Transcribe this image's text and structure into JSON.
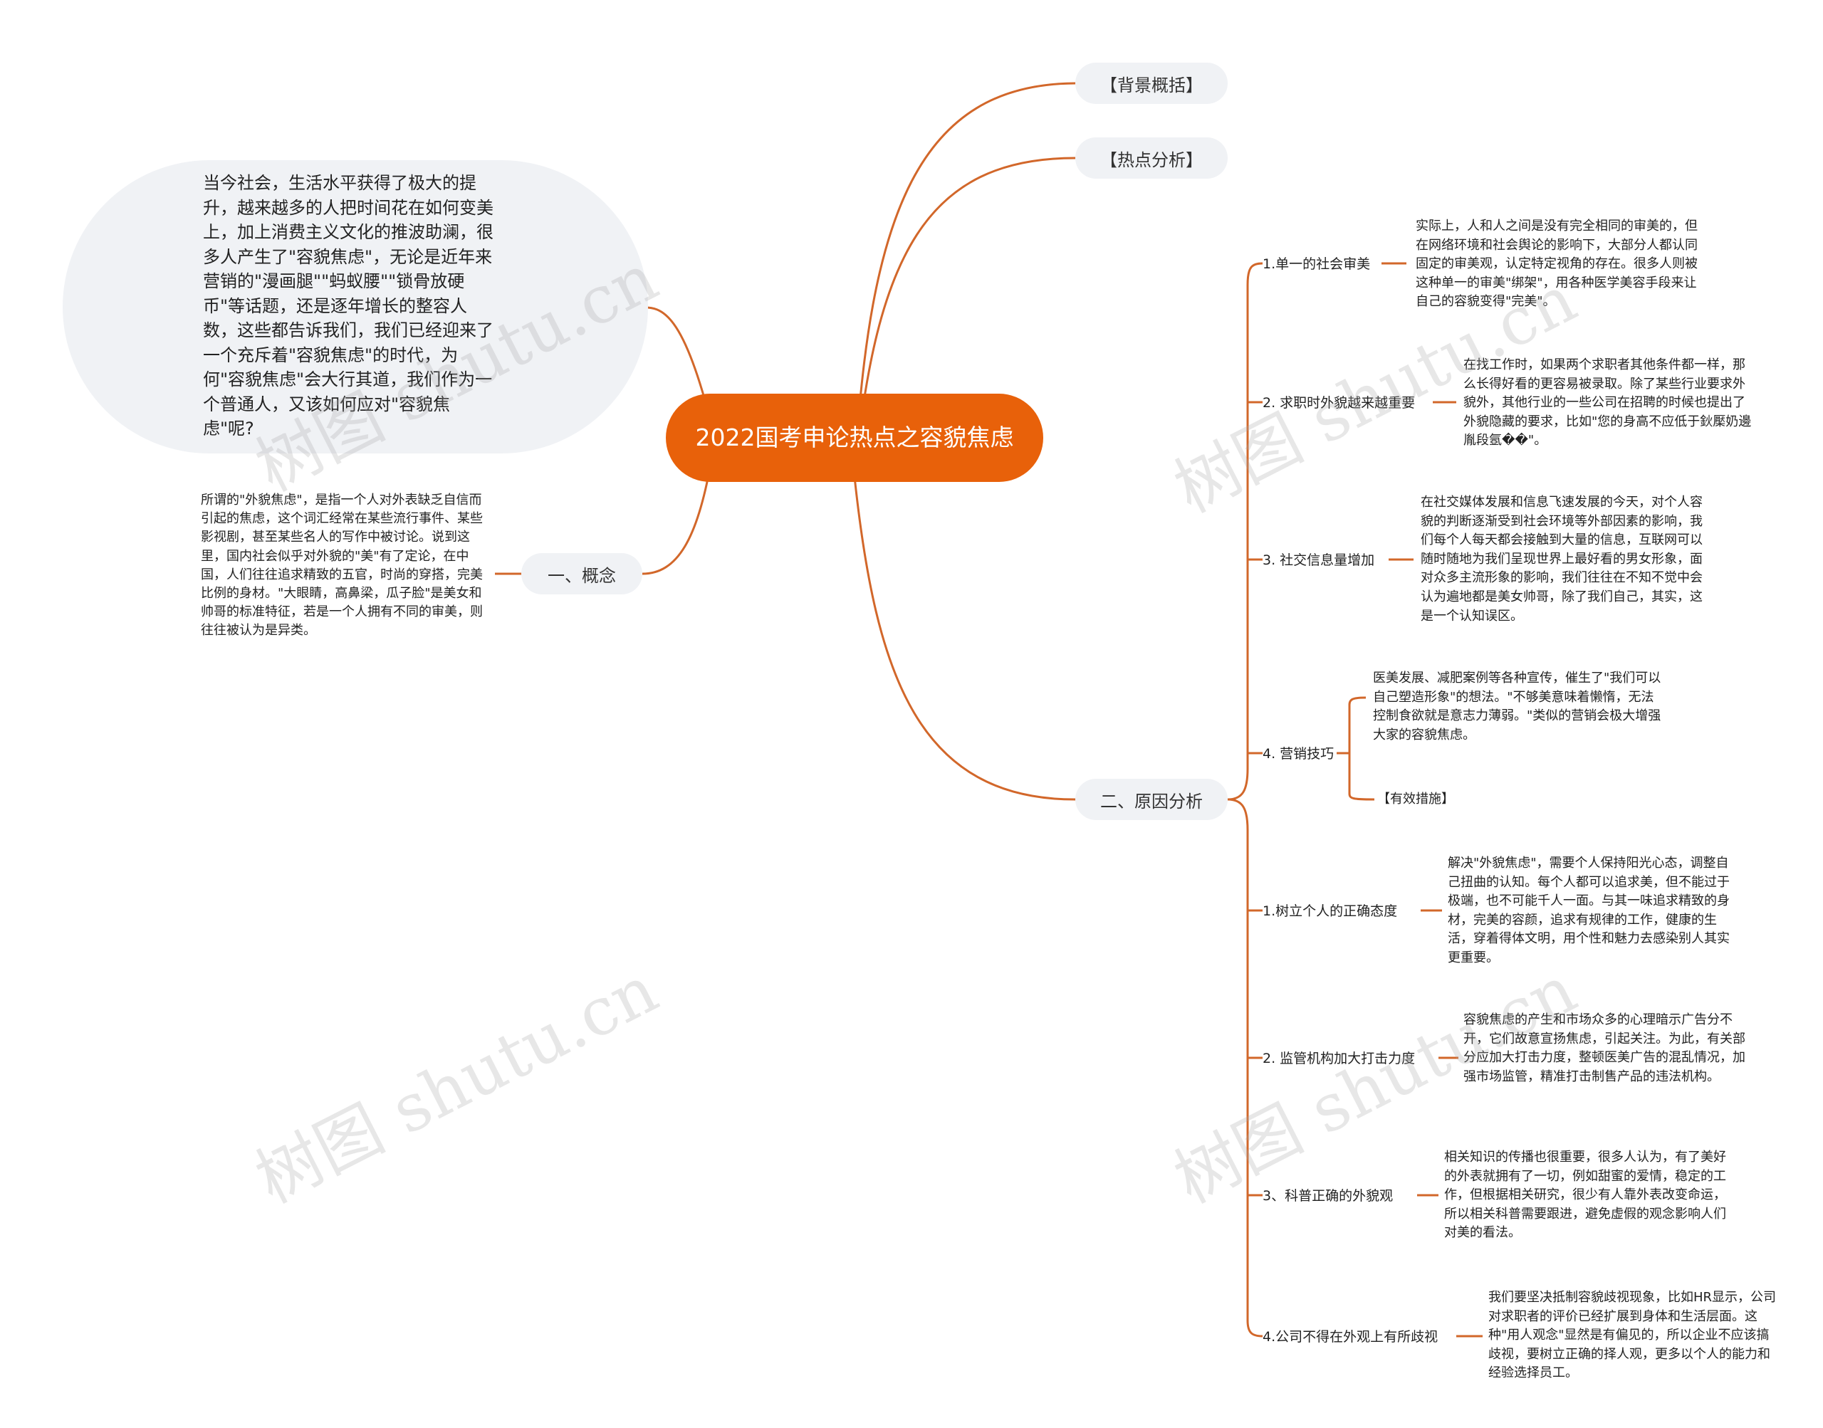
{
  "central": {
    "title": "2022国考申论热点之容貌焦虑"
  },
  "intro": {
    "text": "当今社会，生活水平获得了极大的提升，越来越多的人把时间花在如何变美上，加上消费主义文化的推波助澜，很多人产生了\"容貌焦虑\"，无论是近年来营销的\"漫画腿\"\"蚂蚁腰\"\"锁骨放硬币\"等话题，还是逐年增长的整容人数，这些都告诉我们，我们已经迎来了一个充斥着\"容貌焦虑\"的时代，为何\"容貌焦虑\"会大行其道，我们作为一个普通人，又该如何应对\"容貌焦虑\"呢?"
  },
  "left_branches": [
    {
      "label": "一、概念",
      "text": "所谓的\"外貌焦虑\"，是指一个人对外表缺乏自信而引起的焦虑，这个词汇经常在某些流行事件、某些影视剧，甚至某些名人的写作中被讨论。说到这里，国内社会似乎对外貌的\"美\"有了定论，在中国，人们往往追求精致的五官，时尚的穿搭，完美比例的身材。\"大眼睛，高鼻梁，瓜子脸\"是美女和帅哥的标准特征，若是一个人拥有不同的审美，则往往被认为是异类。"
    }
  ],
  "right_branches": [
    {
      "label": "【背景概括】"
    },
    {
      "label": "【热点分析】"
    },
    {
      "label": "二、原因分析",
      "children": [
        {
          "label": "1.单一的社会审美",
          "text": "实际上，人和人之间是没有完全相同的审美的，但在网络环境和社会舆论的影响下，大部分人都认同固定的审美观，认定特定视角的存在。很多人则被这种单一的审美\"绑架\"，用各种医学美容手段来让自己的容貌变得\"完美\"。"
        },
        {
          "label": "2. 求职时外貌越来越重要",
          "text": "在找工作时，如果两个求职者其他条件都一样，那么长得好看的更容易被录取。除了某些行业要求外貌外，其他行业的一些公司在招聘的时候也提出了外貌隐藏的要求，比如\"您的身高不应低于鈥檿奶邊胤段氬��\"。"
        },
        {
          "label": "3. 社交信息量增加",
          "text": "在社交媒体发展和信息飞速发展的今天，对个人容貌的判断逐渐受到社会环境等外部因素的影响，我们每个人每天都会接触到大量的信息，互联网可以随时随地为我们呈现世界上最好看的男女形象，面对众多主流形象的影响，我们往往在不知不觉中会认为遍地都是美女帅哥，除了我们自己，其实，这是一个认知误区。"
        },
        {
          "label": "4. 营销技巧",
          "text": "医美发展、减肥案例等各种宣传，催生了\"我们可以自己塑造形象\"的想法。\"不够美意味着懒惰，无法控制食欲就是意志力薄弱。\"类似的营销会极大增强大家的容貌焦虑。",
          "extra": "【有效措施】"
        },
        {
          "label": "1.树立个人的正确态度",
          "text": "解决\"外貌焦虑\"，需要个人保持阳光心态，调整自己扭曲的认知。每个人都可以追求美，但不能过于极端，也不可能千人一面。与其一味追求精致的身材，完美的容颜，追求有规律的工作，健康的生活，穿着得体文明，用个性和魅力去感染别人其实更重要。"
        },
        {
          "label": "2. 监管机构加大打击力度",
          "text": "容貌焦虑的产生和市场众多的心理暗示广告分不开，它们故意宣扬焦虑，引起关注。为此，有关部分应加大打击力度，整顿医美广告的混乱情况，加强市场监管，精准打击制售产品的违法机构。"
        },
        {
          "label": "3、科普正确的外貌观",
          "text": "相关知识的传播也很重要，很多人认为，有了美好的外表就拥有了一切，例如甜蜜的爱情，稳定的工作，但根据相关研究，很少有人靠外表改变命运，所以相关科普需要跟进，避免虚假的观念影响人们对美的看法。"
        },
        {
          "label": "4.公司不得在外观上有所歧视",
          "text": "我们要坚决抵制容貌歧视现象，比如HR显示，公司对求职者的评价已经扩展到身体和生活层面。这种\"用人观念\"显然是有偏见的，所以企业不应该搞歧视，要树立正确的择人观，更多以个人的能力和经验选择员工。"
        }
      ]
    }
  ],
  "watermark": "树图 shutu.cn",
  "colors": {
    "accent": "#e8610a",
    "edge": "#d2672a",
    "pill": "#f0f2f5"
  }
}
